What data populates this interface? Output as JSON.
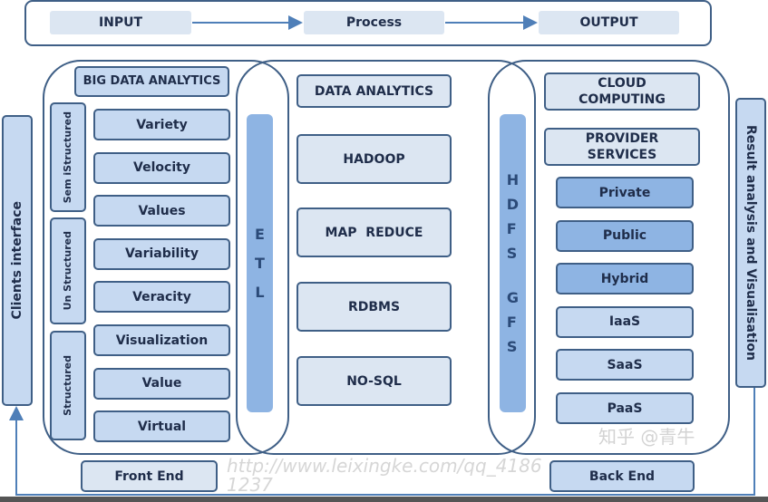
{
  "flow": {
    "input": "INPUT",
    "process": "Process",
    "output": "OUTPUT"
  },
  "left": {
    "title": "BIG DATA ANALYTICS",
    "groups": [
      "Sem iStructured",
      "Un Structured",
      "Structured"
    ],
    "items": [
      "Variety",
      "Velocity",
      "Values",
      "Variability",
      "Veracity",
      "Visualization",
      "Value",
      "Virtual"
    ]
  },
  "etl": [
    "E",
    "T",
    "L"
  ],
  "middle": {
    "items": [
      "DATA ANALYTICS",
      "HADOOP",
      "MAP  REDUCE",
      "RDBMS",
      "NO-SQL"
    ]
  },
  "storage": {
    "top": [
      "H",
      "D",
      "F",
      "S"
    ],
    "bottom": [
      "G",
      "F",
      "S"
    ]
  },
  "right": {
    "cloud": "CLOUD COMPUTING",
    "provider": "PROVIDER SERVICES",
    "items": [
      "Private",
      "Public",
      "Hybrid",
      "IaaS",
      "SaaS",
      "PaaS"
    ]
  },
  "clients": "Clients interface",
  "result": "Result analysis  and Visualisation",
  "front_end": "Front End",
  "back_end": "Back End",
  "watermarks": [
    "http://www.leixingke.com/qq_41861237",
    "知乎 @青牛"
  ],
  "colors": {
    "box": "#c6d9f1",
    "light": "#dce6f2",
    "dark": "#8eb4e3",
    "border": "#3f5f86"
  }
}
